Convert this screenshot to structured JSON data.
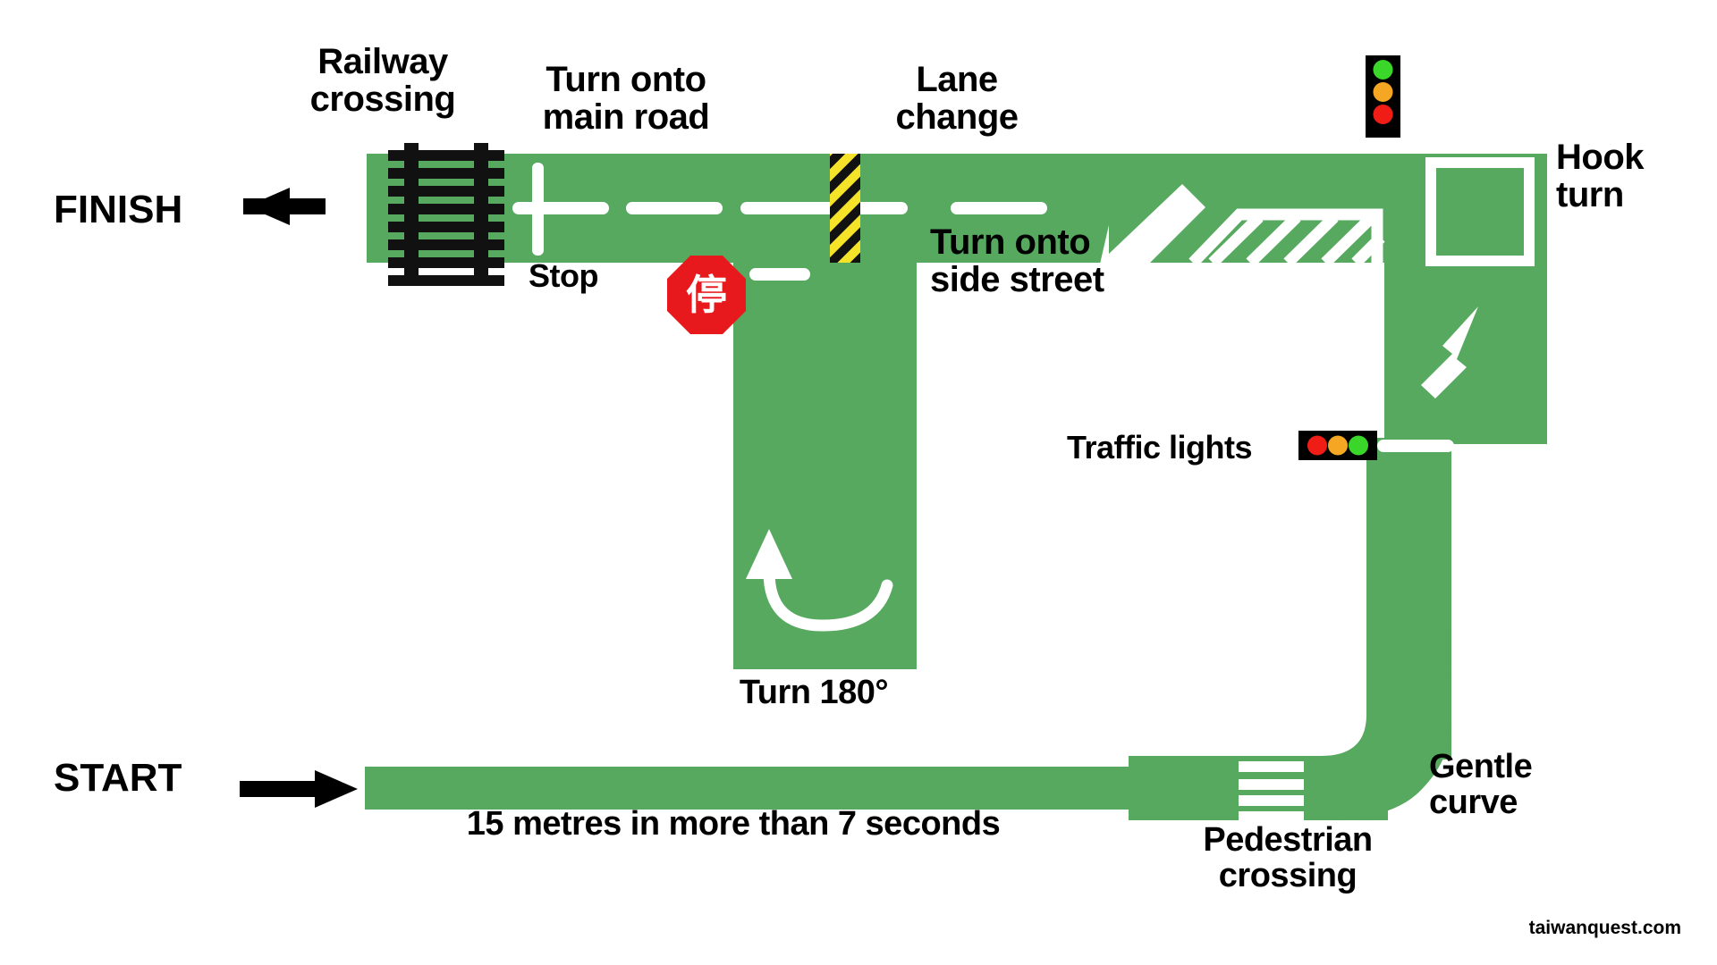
{
  "meta": {
    "title": "Taiwan scooter driving test course",
    "watermark": "taiwanquest.com"
  },
  "colors": {
    "road": "#56a95f",
    "road_marking": "#ffffff",
    "ink": "#000000",
    "background": "#ffffff",
    "stop_sign_red": "#e8191c",
    "hatch_yellow": "#f5e32a",
    "light_red": "#f01c16",
    "light_amber": "#f5a623",
    "light_green": "#3ad62a"
  },
  "labels": {
    "start": "START",
    "finish": "FINISH",
    "railway_crossing": "Railway\ncrossing",
    "turn_main_road": "Turn onto\nmain road",
    "lane_change": "Lane\nchange",
    "hook_turn": "Hook\nturn",
    "stop": "Stop",
    "turn_side_street": "Turn onto\nside street",
    "traffic_lights": "Traffic lights",
    "turn_180": "Turn 180°",
    "gentle_curve": "Gentle\ncurve",
    "pedestrian_crossing": "Pedestrian\ncrossing",
    "distance_rule": "15 metres in more than 7 seconds"
  },
  "icons": {
    "stop_sign_glyph": "停",
    "traffic_light_vertical": [
      "green",
      "amber",
      "red"
    ],
    "traffic_light_horizontal": [
      "red",
      "amber",
      "green"
    ]
  },
  "chart_data": {
    "type": "diagram",
    "title": "Taiwan scooter licence test course",
    "description": "Plan-view route diagram of a motorcycle driving test circuit, drawn as a green road path on white background with white lane markings.",
    "route_order": [
      "START",
      "15 metres in more than 7 seconds",
      "Pedestrian crossing",
      "Gentle curve",
      "Traffic lights",
      "Hook turn",
      "Lane change",
      "Turn onto side street",
      "Turn 180°",
      "Stop",
      "Turn onto main road",
      "Railway crossing",
      "FINISH"
    ],
    "features": [
      {
        "name": "START",
        "type": "marker",
        "arrow": "right"
      },
      {
        "name": "15 metres in more than 7 seconds",
        "type": "straight-section",
        "distance_m": 15,
        "min_time_s": 7
      },
      {
        "name": "Pedestrian crossing",
        "type": "zebra",
        "stripes": 4
      },
      {
        "name": "Gentle curve",
        "type": "curve"
      },
      {
        "name": "Traffic lights",
        "type": "signal",
        "orientation": "horizontal",
        "lamps": [
          "red",
          "amber",
          "green"
        ]
      },
      {
        "name": "Hook turn",
        "type": "box",
        "shape": "white-outlined-square"
      },
      {
        "name": "Lane change",
        "type": "arrow",
        "direction": "down-left"
      },
      {
        "name": "Turn onto side street",
        "type": "junction",
        "marking": "white-chevron-hatch"
      },
      {
        "name": "Turn 180°",
        "type": "u-turn",
        "degrees": 180
      },
      {
        "name": "Stop",
        "type": "sign",
        "glyph": "停",
        "shape": "octagon",
        "color": "#e8191c"
      },
      {
        "name": "Turn onto main road",
        "type": "junction",
        "marking": "yellow-black-hatch"
      },
      {
        "name": "Railway crossing",
        "type": "level-crossing",
        "sleepers": 9
      },
      {
        "name": "FINISH",
        "type": "marker",
        "arrow": "left"
      }
    ],
    "signals": [
      {
        "name": "overhead-traffic-light",
        "orientation": "vertical",
        "lamps": [
          "green",
          "amber",
          "red"
        ]
      },
      {
        "name": "side-traffic-light",
        "orientation": "horizontal",
        "lamps": [
          "red",
          "amber",
          "green"
        ]
      }
    ]
  }
}
